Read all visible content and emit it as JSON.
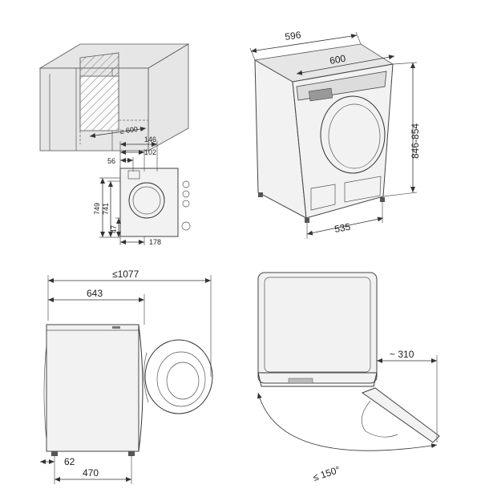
{
  "views": {
    "installation": {
      "width": "≥ 600",
      "dim_146": "146",
      "dim_102": "102",
      "dim_56": "56",
      "dim_749": "749",
      "dim_741": "741",
      "dim_47": "47",
      "dim_178": "178"
    },
    "isometric": {
      "depth": "596",
      "width": "600",
      "height": "846-854",
      "foot_span": "535"
    },
    "side": {
      "overall": "≤1077",
      "depth": "643",
      "foot_offset": "62",
      "foot_span": "470"
    },
    "top": {
      "door_reach": "~ 310",
      "door_angle": "≤ 150°"
    }
  }
}
